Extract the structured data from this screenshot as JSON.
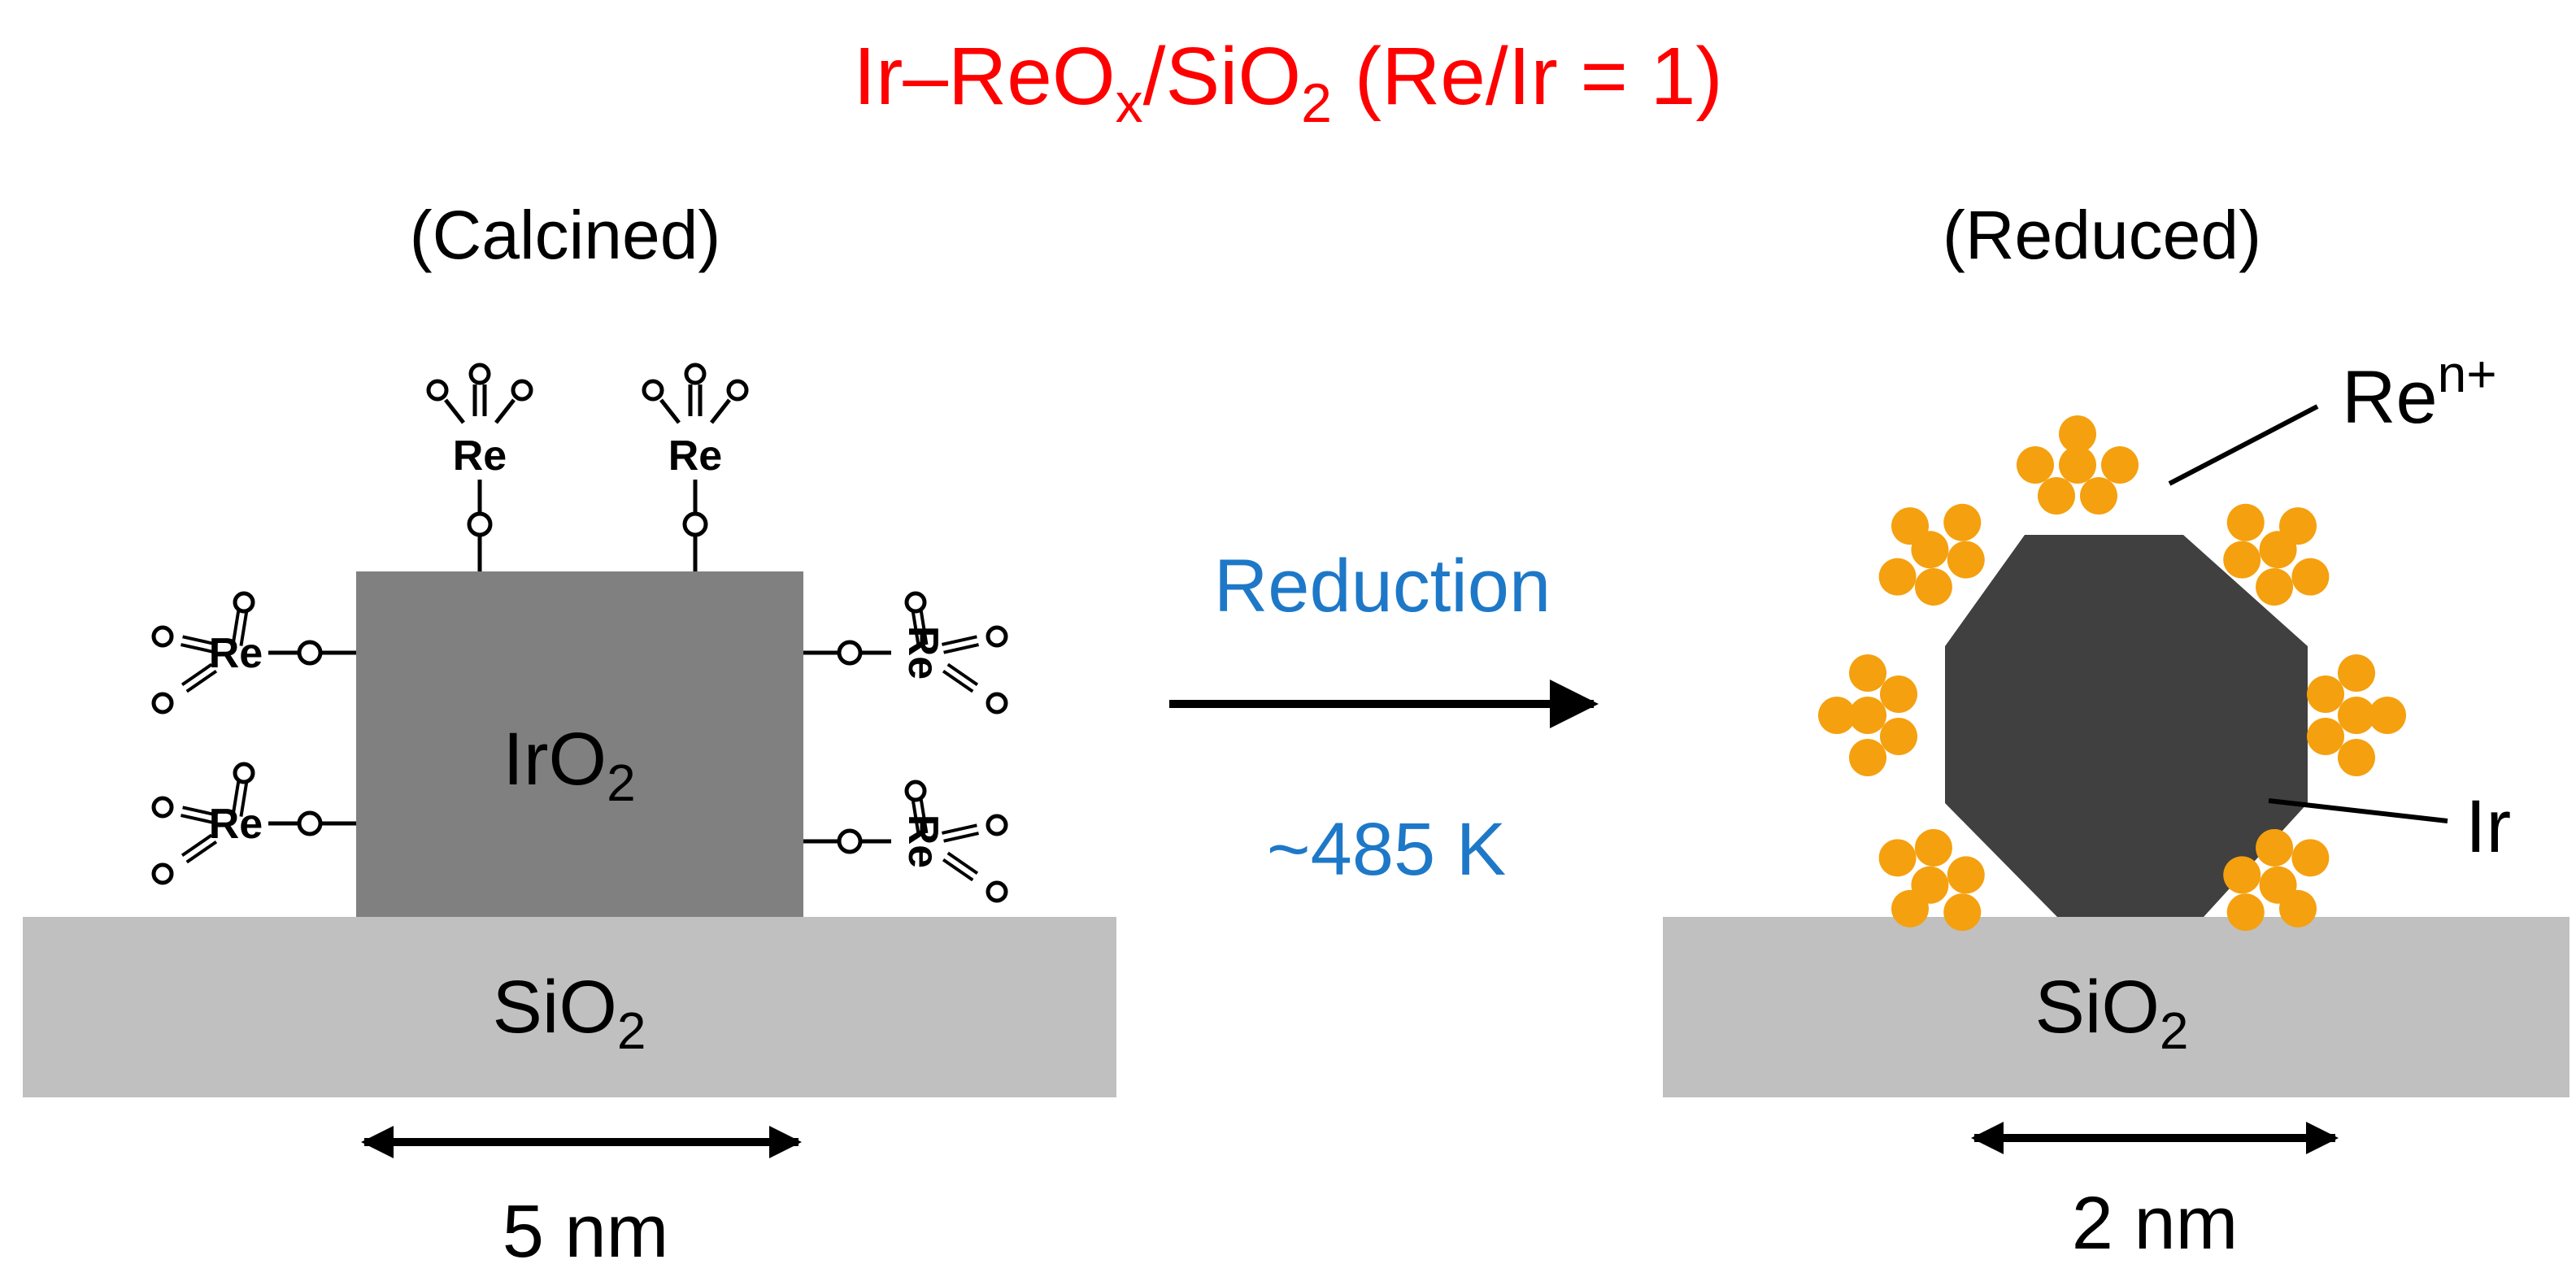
{
  "title": {
    "prefix": "Ir–ReO",
    "sub_x": "x",
    "mid": "/SiO",
    "sub_2": "2",
    "suffix": " (Re/Ir = 1)"
  },
  "left_panel": {
    "state_label": "(Calcined)",
    "core_label": "IrO",
    "core_sub": "2",
    "support_label": "SiO",
    "support_sub": "2",
    "scale_label": "5 nm",
    "re_label": "Re",
    "o_label": "O"
  },
  "process": {
    "label": "Reduction",
    "temperature": "~485 K"
  },
  "right_panel": {
    "state_label": "(Reduced)",
    "ren_label": "Re",
    "ren_sup": "n+",
    "ir_label": "Ir",
    "support_label": "SiO",
    "support_sub": "2",
    "scale_label": "2 nm"
  },
  "colors": {
    "title": "#ff0000",
    "process": "#1e78c8",
    "support": "#c0c0c0",
    "iro2": "#808080",
    "ir": "#404040",
    "ren": "#f5a00f",
    "ink": "#000000"
  }
}
